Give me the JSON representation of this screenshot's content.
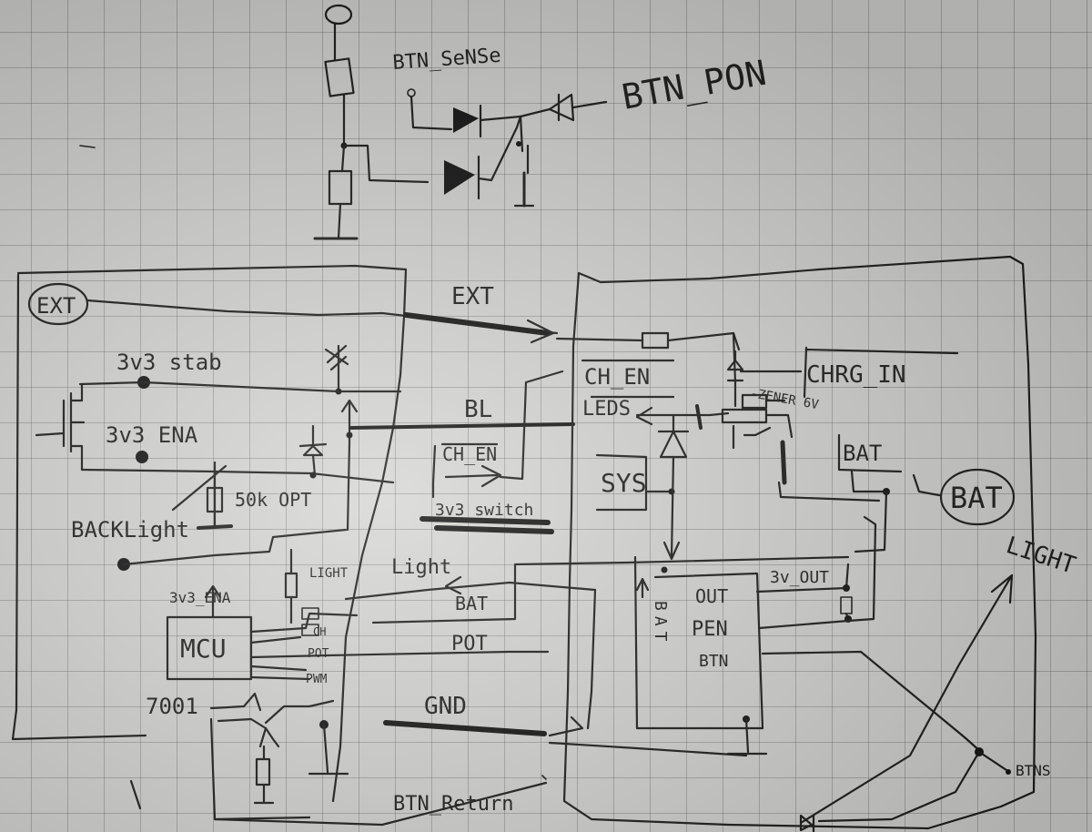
{
  "labels": {
    "btn_sense": "BTN_SeNSe",
    "btn_pon": "BTN_PON",
    "ext_conn": "EXT",
    "ext_bus": "EXT",
    "v3v3_stab": "3v3 stab",
    "v3v3_ena": "3v3 ENA",
    "r_50k": "50k OPT",
    "backlight": "BACKLight",
    "bl": "BL",
    "ch_en_left": "CH_EN",
    "v3v3_switch": "3v3 switch",
    "light_pin": "LIGHT",
    "light_net": "Light",
    "ena_3v3_mcu": "3v3_ENA",
    "mcu": "MCU",
    "bat_net": "BAT",
    "pot_net": "POT",
    "pin_ch": "CH",
    "pin_pot": "POT",
    "pin_pwm": "PWM",
    "part_7001": "7001",
    "gnd": "GND",
    "btn_return": "BTN_Return",
    "ch_en_right": "CH_EN",
    "leds": "LEDS",
    "sys": "SYS",
    "chrg_in": "CHRG_IN",
    "zener": "-ZENER 6V",
    "bat_box": "BAT",
    "bat_conn": "BAT",
    "chip_bat": "BAT",
    "out": "OUT",
    "pen": "PEN",
    "btn": "BTN",
    "v3_out": "3v_OUT",
    "light_arrow": "LIGHT",
    "btns": "BTNS"
  }
}
